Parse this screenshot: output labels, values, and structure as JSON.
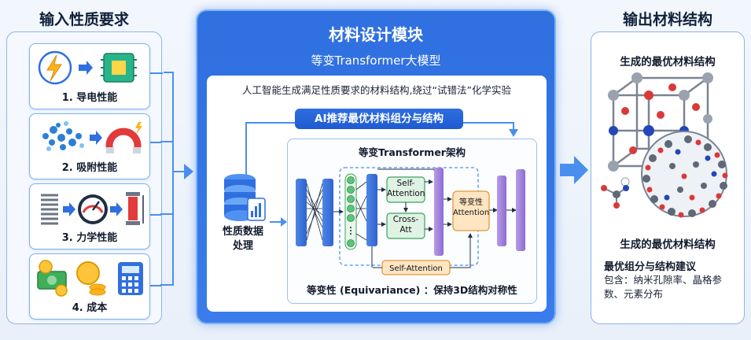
{
  "left": {
    "title": "输入性质要求",
    "cards": [
      {
        "label": "1. 导电性能",
        "icon": "conductivity-icon"
      },
      {
        "label": "2. 吸附性能",
        "icon": "adsorption-icon"
      },
      {
        "label": "3. 力学性能",
        "icon": "mechanics-icon"
      },
      {
        "label": "4. 成本",
        "icon": "cost-icon"
      }
    ]
  },
  "center": {
    "title": "材料设计模块",
    "subtitle": "等变Transformer大模型",
    "description": "人工智能生成满足性质要求的材料结构,绕过“试错法”化学实验",
    "ai_pill": "AI推荐最优材料组分与结构",
    "data_label_line1": "性质数据",
    "data_label_line2": "处理",
    "arch": {
      "title": "等变Transformer架构",
      "self_attention_1_line1": "Self-",
      "self_attention_1_line2": "Attention",
      "cross_att_line1": "Cross-",
      "cross_att_line2": "Att",
      "equivariant_att_line1": "等变性",
      "equivariant_att_line2": "Attention",
      "self_attention_2": "Self-Attention",
      "note": "等变性 (Equivariance) ：保持3D结构对称性"
    }
  },
  "right": {
    "title": "输出材料结构",
    "top_title": "生成的最优材料结构",
    "bottom_title": "生成的最优材料结构",
    "advice_title": "最优组分与结构建议",
    "advice_body": "包含：纳米孔隙率、晶格参数、元素分布"
  },
  "colors": {
    "accent": "#2f6fe0",
    "arrow": "#4a8ff0",
    "panel_border": "#8db3e6"
  }
}
